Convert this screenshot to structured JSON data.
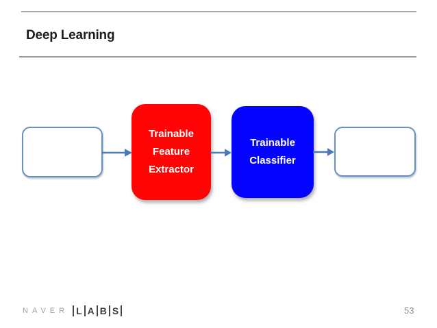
{
  "header": {
    "title": "Deep Learning"
  },
  "diagram": {
    "input_box": {
      "label": ""
    },
    "feature_extractor": {
      "lines": [
        "Trainable",
        "Feature",
        "Extractor"
      ],
      "color": "#fe0404",
      "text_color": "#ffffff"
    },
    "classifier": {
      "lines": [
        "Trainable",
        "Classifier"
      ],
      "color": "#0404fe",
      "text_color": "#ffffff"
    },
    "output_box": {
      "label": ""
    },
    "arrow_color": "#4a7ab5",
    "white_box_border_color": "#6a90ba"
  },
  "footer": {
    "logo": {
      "brand": "NAVER",
      "sub_letters": [
        "L",
        "A",
        "B",
        "S"
      ]
    },
    "page_number": "53"
  }
}
